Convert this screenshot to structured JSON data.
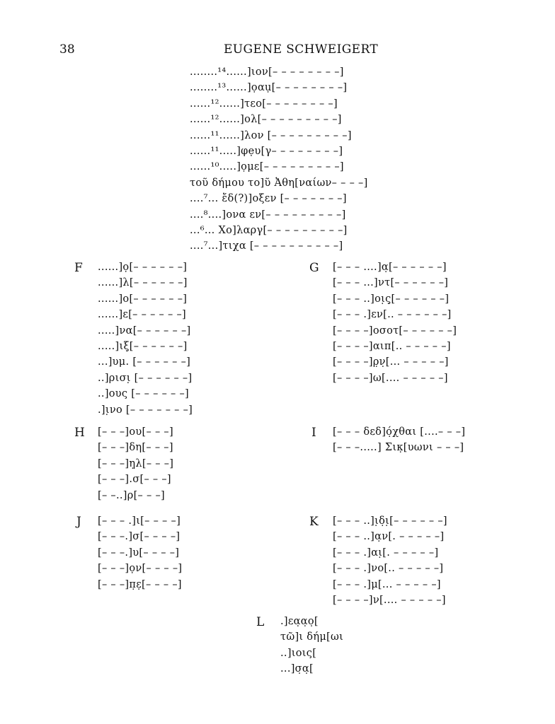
{
  "header": {
    "page_number": "38",
    "author": "EUGENE SCHWEIGERT"
  },
  "top_fragment": {
    "lines": [
      "........¹⁴......]ιον[– – – – – – – –]",
      "........¹³......]ọαụ[– – – – – – – –]",
      "......¹²......]τεο[– – – – – – – –]",
      "......¹²......]ολ[– – – – – – – – –]",
      "......¹¹......]λον [– – – – – – – – –]",
      "......¹¹.....]φẹυ[γ– – – – – – – –]",
      "......¹⁰.....]ọμε[– – – – – – – – –]",
      "τοῦ δήμου το]ῦ Ἀθη[ναίων– – – –]",
      "....⁷... ἔδ(?)]οξεν [– – – – – – –]",
      "....⁸....]ονα εν[– – – – – – – – –]",
      "...⁶... Χο]λαργ[– – – – – – – – –]",
      "....⁷...]τιχα [– – – – – – – – – –]"
    ]
  },
  "fragment_F": {
    "label": "F",
    "lines": [
      "......]ọ[– – – – – –]",
      "......]λ[– – – – – –]",
      "......]ο[– – – – – –]",
      "......]ε[– – – – – –]",
      ".....]να[– – – – – –]",
      ".....]ιξ̣[– – – – – –]",
      "...]υμ. [– – – – – –]",
      "..]ρισι̣ [– – – – – –]",
      "..]ους [– – – – – –]",
      ".]ι̣νο [– – – – – – –]"
    ]
  },
  "fragment_G": {
    "label": "G",
    "lines": [
      "[– – – ....]α̣[– – – – – –]",
      "[– – – ...]ντ[– – – – – –]",
      "[– – – ..]οι̣ς̣[– – – – – –]",
      "[– – – .]εν[.. – – – – – –]",
      "[– – – –]οσοτ[– – – – – –]",
      "[– – – –]αιπ[.. – – – – –]",
      "[– – – –]ρ̣ν̣[... – – – – –]",
      "[– – – –]ω[.... – – – – –]"
    ]
  },
  "fragment_H": {
    "label": "H",
    "lines": [
      "[– – –]ου[– – –]",
      "[– – –]δη[– – –]",
      "[– – –]η̣λ[– – –]",
      "[– – –].σ[– – –]",
      "[– –..]ρ[– – –]"
    ]
  },
  "fragment_I": {
    "label": "I",
    "lines": [
      "[– – – δεδ]ό̣χθαι [....– – –]",
      "[– – –.....] Σικ̣[υωνι – – –]"
    ]
  },
  "fragment_J": {
    "label": "J",
    "lines": [
      "[– – – .]ι[– – – –]",
      "[– – –.]σ[– – – –]",
      "[– – –.]υ[– – – –]",
      "[– – –]ọν[– – – –]",
      "[– – –]π̣ε̣[– – – –]"
    ]
  },
  "fragment_K": {
    "label": "K",
    "lines": [
      "[– – – ..]ι̣δ̣ι̣[– – – – – –]",
      "[– – – ..]α̣ν[. – – – – –]",
      "[– – – .]αι̣[. – – – – –]",
      "[– – – .]νο[.. – – – – –]",
      "[– – – .]μ[... – – – – –]",
      "[– – – –]ν[.... – – – – –]"
    ]
  },
  "fragment_L": {
    "label": "L",
    "lines": [
      ".]εα̣α̣ο̣[",
      "τῶ]ι δήμ[ωι",
      "..]ιοις[",
      "...]σ̣α̣["
    ]
  }
}
